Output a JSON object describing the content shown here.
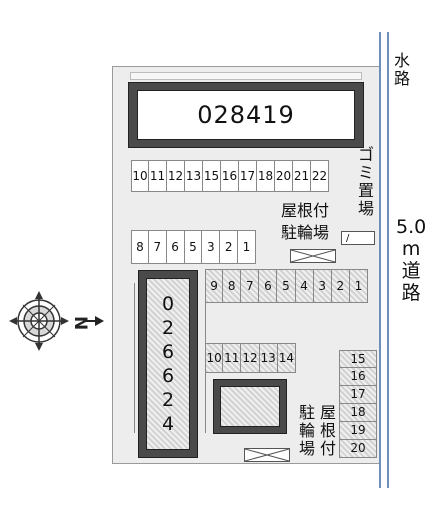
{
  "building_main": {
    "code": "028419"
  },
  "building_left": {
    "code_chars": [
      "0",
      "2",
      "6",
      "6",
      "2",
      "4"
    ]
  },
  "parking_top_row": [
    "10",
    "11",
    "12",
    "13",
    "15",
    "16",
    "17",
    "18",
    "20",
    "21",
    "22"
  ],
  "parking_mid_row": [
    "8",
    "7",
    "6",
    "5",
    "3",
    "2",
    "1"
  ],
  "parking_hatched_row": [
    "9",
    "8",
    "7",
    "6",
    "5",
    "4",
    "3",
    "2",
    "1"
  ],
  "parking_hatched_small": [
    "10",
    "11",
    "12",
    "13",
    "14"
  ],
  "parking_right_col": [
    "15",
    "16",
    "17",
    "18",
    "19",
    "20"
  ],
  "labels": {
    "garbage": [
      "ゴ",
      "ミ",
      "置",
      "場"
    ],
    "garbage_mark": "/",
    "covered_bike_top_line1": "屋根付",
    "covered_bike_top_line2": "駐輪場",
    "bike_bottom_col1": [
      "駐",
      "輪",
      "場"
    ],
    "bike_bottom_col2": [
      "屋",
      "根",
      "付"
    ],
    "waterway": [
      "水",
      "路"
    ],
    "road": [
      "5.0",
      "m",
      "道",
      "路"
    ],
    "compass_n": "N"
  },
  "colors": {
    "building_dark": "#4a4a4a",
    "road_line": "#6d8fb8",
    "site_bg": "#ededed"
  }
}
